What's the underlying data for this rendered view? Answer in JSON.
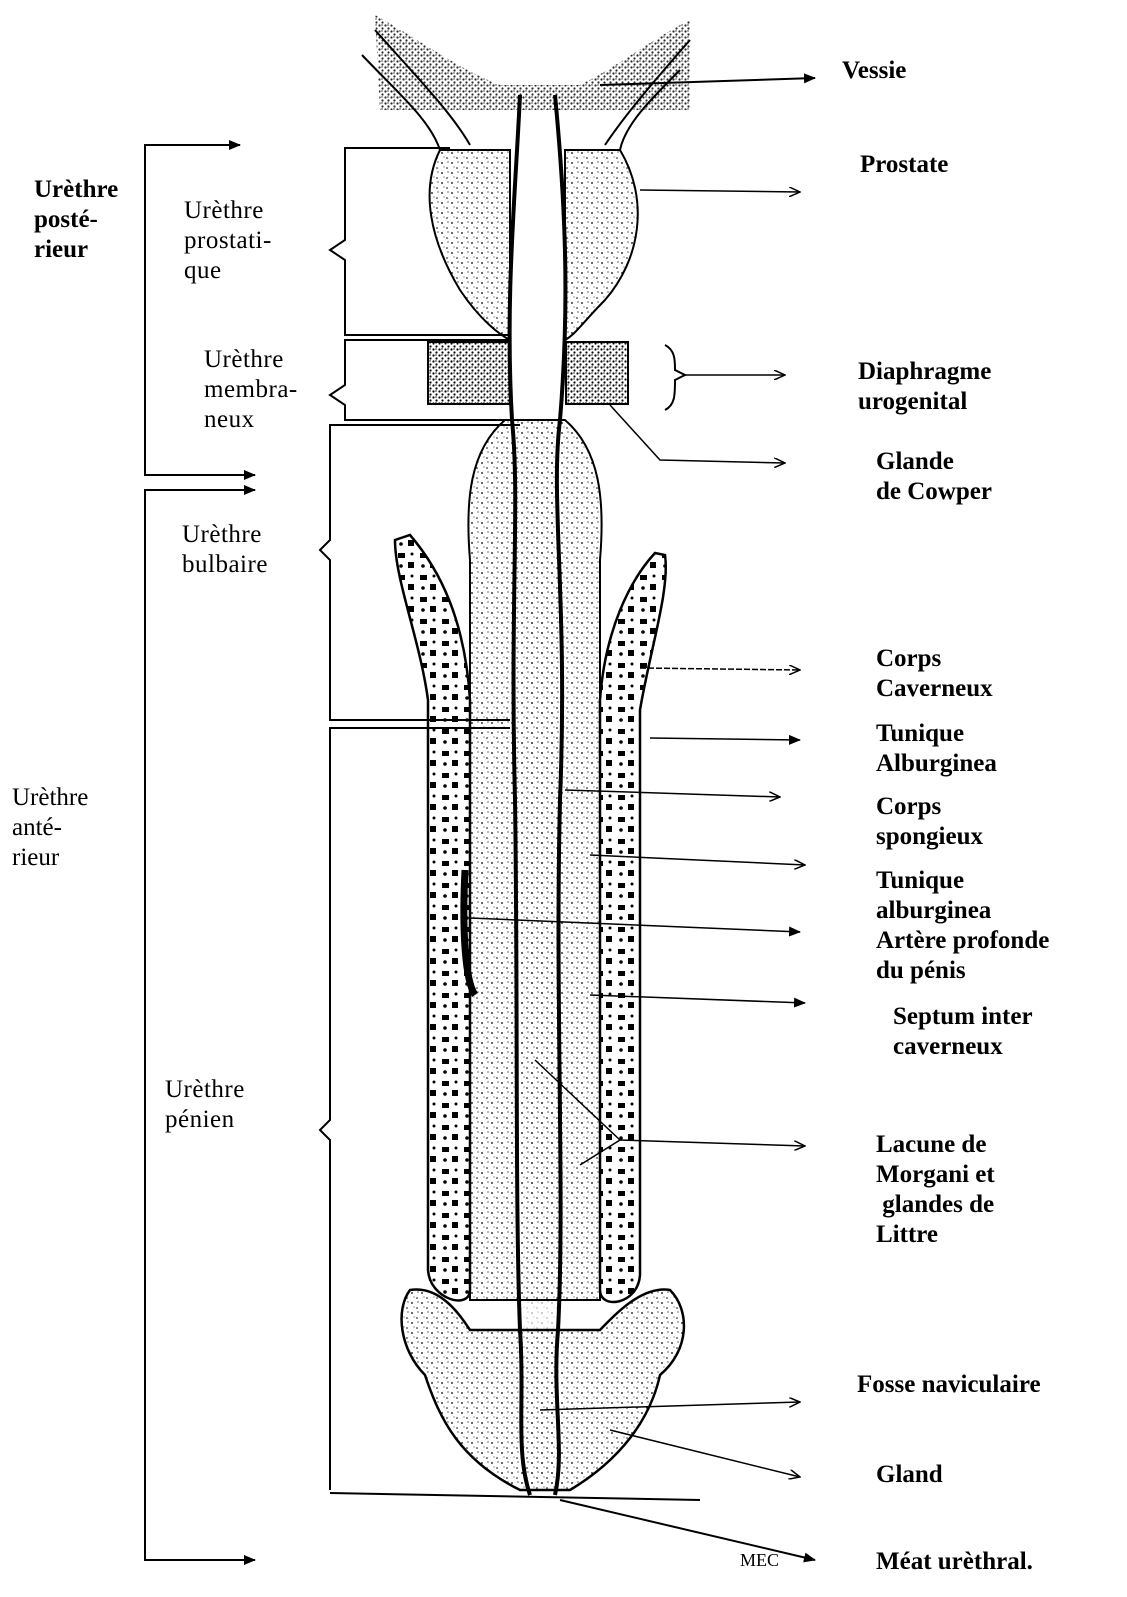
{
  "labels": {
    "vessie": "Vessie",
    "prostate": "Prostate",
    "diaphragme": "Diaphragme\nurogenital",
    "glande_cowper": "Glande\nde Cowper",
    "corps_caverneux": "Corps\nCaverneux",
    "tunique_alburginea_1": "Tunique\nAlburginea",
    "corps_spongieux": "Corps\nspongieux",
    "tunique_alburginea_2": "Tunique\nalburginea",
    "artere_profonde": "Artère profonde\ndu pénis",
    "septum": "Septum inter\ncaverneux",
    "lacune": "Lacune de\nMorgani et\n glandes de\nLittre",
    "fosse_naviculaire": "Fosse naviculaire",
    "gland": "Gland",
    "meat": "Méat urèthral.",
    "urethre_posterieur": "Urèthre\nposté-\nrieur",
    "urethre_anterieur": "Urèthre\nanté-\nrieur",
    "urethre_prostatique": "Urèthre\nprostati-\nque",
    "urethre_membraneux": "Urèthre\nmembra-\nneux",
    "urethre_bulbaire": "Urèthre\nbulbaire",
    "urethre_penien": "Urèthre\npénien",
    "signature": "MEC"
  }
}
